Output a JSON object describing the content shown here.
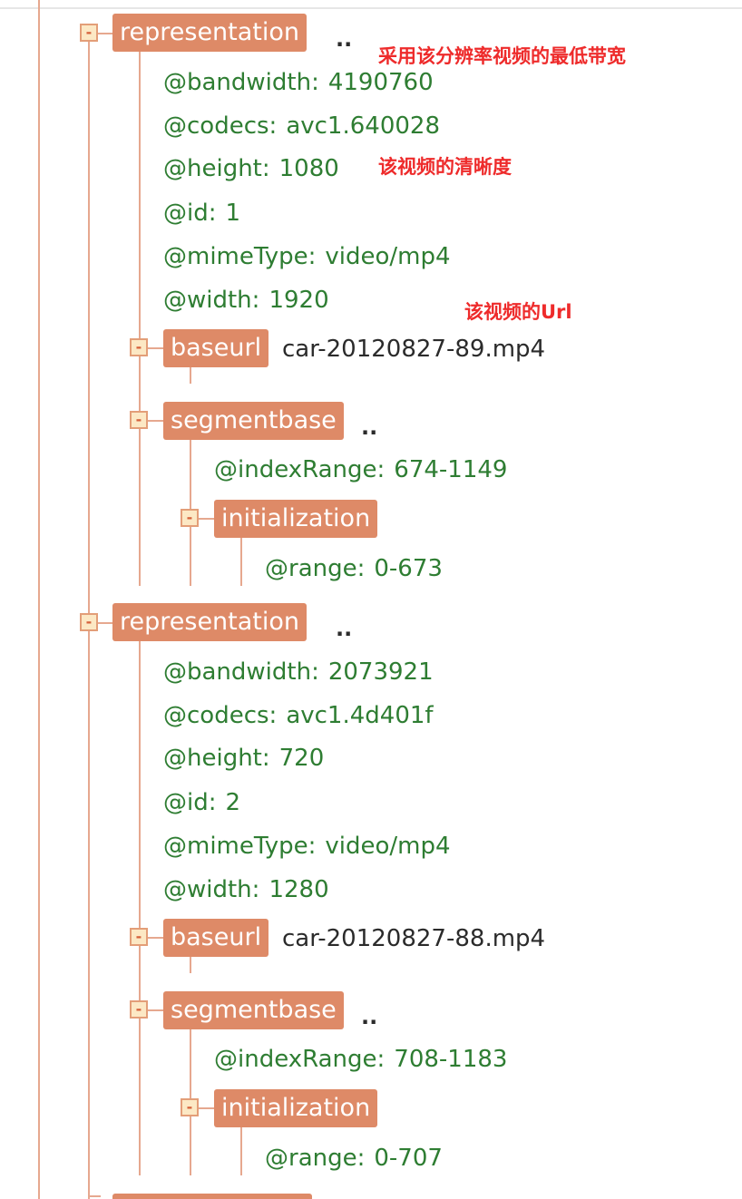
{
  "ellipsis": "..",
  "representations": [
    {
      "tag": "representation",
      "attrs": [
        {
          "key": "@bandwidth:",
          "value": "4190760"
        },
        {
          "key": "@codecs:",
          "value": "avc1.640028"
        },
        {
          "key": "@height:",
          "value": "1080"
        },
        {
          "key": "@id:",
          "value": "1"
        },
        {
          "key": "@mimeType:",
          "value": "video/mp4"
        },
        {
          "key": "@width:",
          "value": "1920"
        }
      ],
      "baseurl_tag": "baseurl",
      "baseurl_value": "car-20120827-89.mp4",
      "segmentbase_tag": "segmentbase",
      "index_range": {
        "key": "@indexRange:",
        "value": "674-1149"
      },
      "initialization_tag": "initialization",
      "range": {
        "key": "@range:",
        "value": "0-673"
      }
    },
    {
      "tag": "representation",
      "attrs": [
        {
          "key": "@bandwidth:",
          "value": "2073921"
        },
        {
          "key": "@codecs:",
          "value": "avc1.4d401f"
        },
        {
          "key": "@height:",
          "value": "720"
        },
        {
          "key": "@id:",
          "value": "2"
        },
        {
          "key": "@mimeType:",
          "value": "video/mp4"
        },
        {
          "key": "@width:",
          "value": "1280"
        }
      ],
      "baseurl_tag": "baseurl",
      "baseurl_value": "car-20120827-88.mp4",
      "segmentbase_tag": "segmentbase",
      "index_range": {
        "key": "@indexRange:",
        "value": "708-1183"
      },
      "initialization_tag": "initialization",
      "range": {
        "key": "@range:",
        "value": "0-707"
      }
    }
  ],
  "annotations": {
    "bandwidth_note": "采用该分辨率视频的最低带宽",
    "height_note": "该视频的清晰度",
    "url_note": "该视频的Url"
  },
  "colors": {
    "tag_bg": "#de8a67",
    "attr_text": "#2e7d32",
    "tree_line": "#e6a88f",
    "toggle_bg": "#fce8c4",
    "annotation": "#ee2b2b"
  }
}
